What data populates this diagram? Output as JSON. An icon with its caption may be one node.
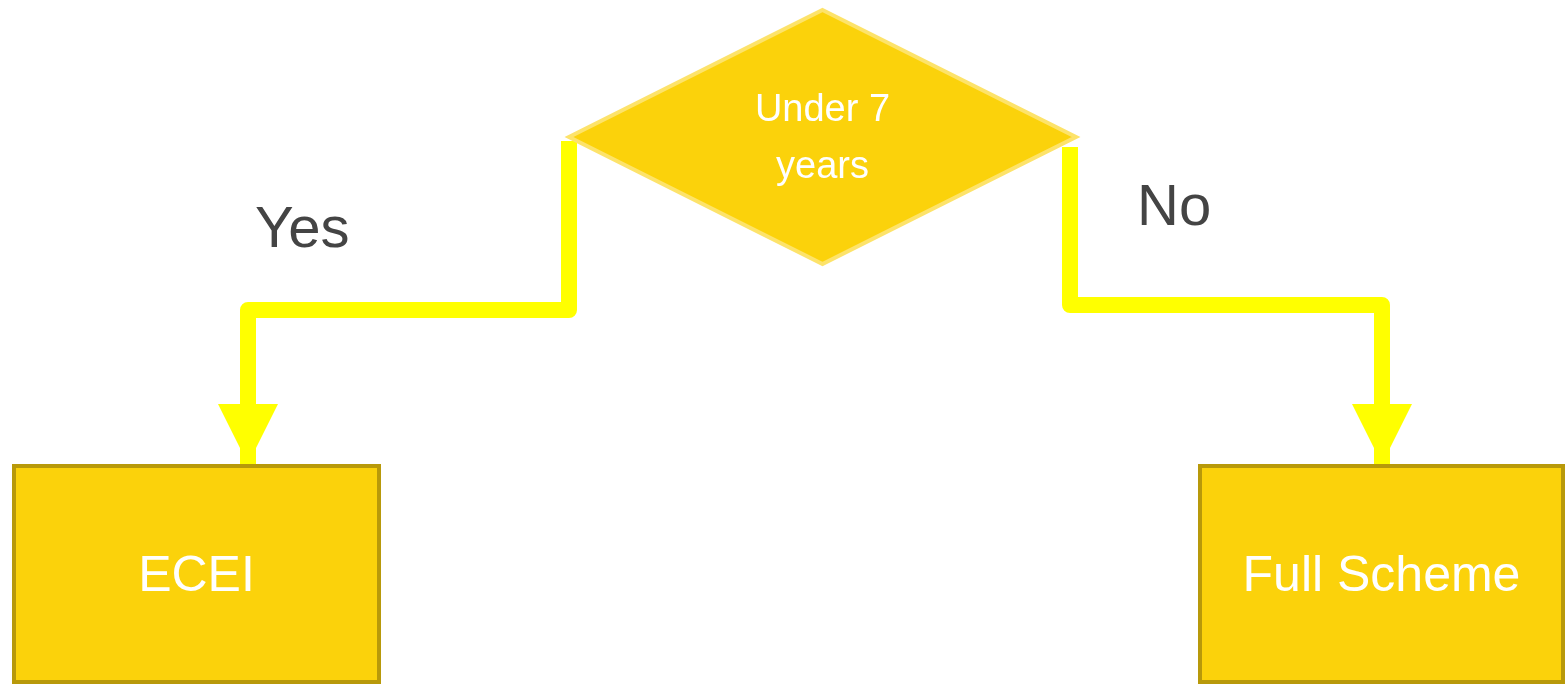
{
  "diagram": {
    "nodes": [
      {
        "text": [
          "Under 7 years"
        ]
      },
      {
        "text": [
          "ECEI"
        ]
      },
      {
        "text": [
          "Full Scheme"
        ]
      }
    ],
    "edges": [
      {
        "from": 0,
        "to": 1,
        "arrow": "to",
        "label": "Yes"
      },
      {
        "from": 0,
        "to": 2,
        "arrow": "to",
        "label": "No"
      }
    ]
  }
}
